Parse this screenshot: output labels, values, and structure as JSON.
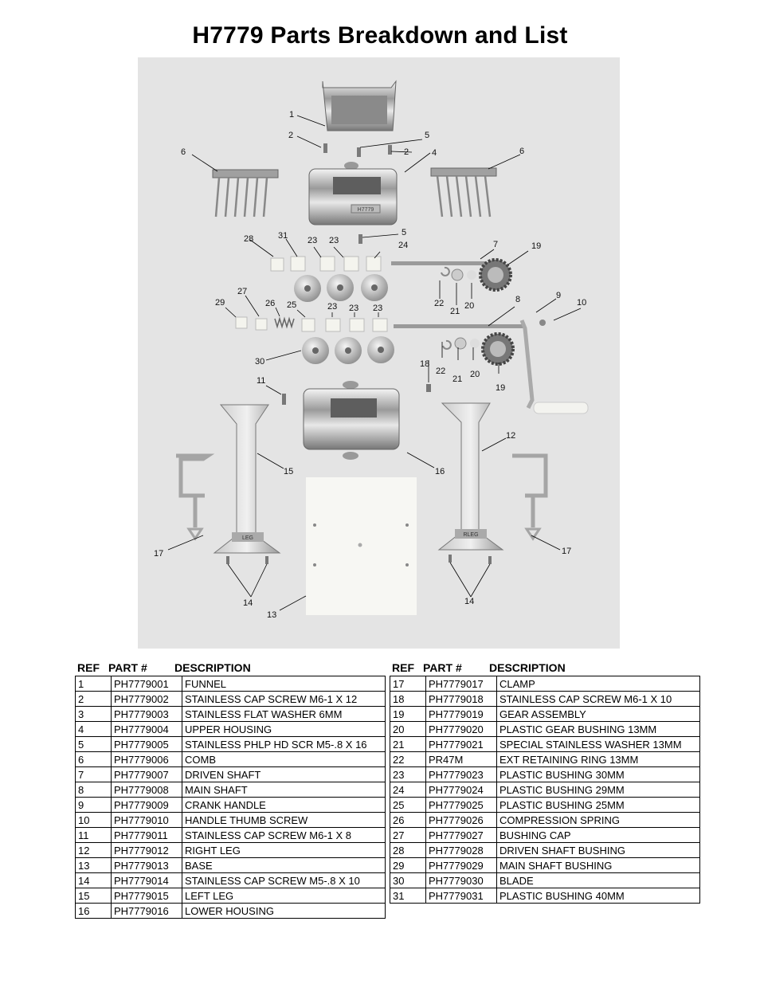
{
  "title": "H7779 Parts Breakdown and List",
  "diagram": {
    "callouts": [
      {
        "id": "c1",
        "text": "1"
      },
      {
        "id": "c2a",
        "text": "2"
      },
      {
        "id": "c5a",
        "text": "5"
      },
      {
        "id": "c2b",
        "text": "2"
      },
      {
        "id": "c4",
        "text": "4"
      },
      {
        "id": "c6a",
        "text": "6"
      },
      {
        "id": "c6b",
        "text": "6"
      },
      {
        "id": "c5b",
        "text": "5"
      },
      {
        "id": "c28",
        "text": "28"
      },
      {
        "id": "c31",
        "text": "31"
      },
      {
        "id": "c23a",
        "text": "23"
      },
      {
        "id": "c23b",
        "text": "23"
      },
      {
        "id": "c24",
        "text": "24"
      },
      {
        "id": "c7",
        "text": "7"
      },
      {
        "id": "c19a",
        "text": "19"
      },
      {
        "id": "c22a",
        "text": "22"
      },
      {
        "id": "c21a",
        "text": "21"
      },
      {
        "id": "c20a",
        "text": "20"
      },
      {
        "id": "c27",
        "text": "27"
      },
      {
        "id": "c29",
        "text": "29"
      },
      {
        "id": "c26",
        "text": "26"
      },
      {
        "id": "c25",
        "text": "25"
      },
      {
        "id": "c23c",
        "text": "23"
      },
      {
        "id": "c23d",
        "text": "23"
      },
      {
        "id": "c23e",
        "text": "23"
      },
      {
        "id": "c8",
        "text": "8"
      },
      {
        "id": "c9",
        "text": "9"
      },
      {
        "id": "c10",
        "text": "10"
      },
      {
        "id": "c30",
        "text": "30"
      },
      {
        "id": "c18",
        "text": "18"
      },
      {
        "id": "c22b",
        "text": "22"
      },
      {
        "id": "c21b",
        "text": "21"
      },
      {
        "id": "c20b",
        "text": "20"
      },
      {
        "id": "c19b",
        "text": "19"
      },
      {
        "id": "c11",
        "text": "11"
      },
      {
        "id": "c12",
        "text": "12"
      },
      {
        "id": "c15",
        "text": "15"
      },
      {
        "id": "c16",
        "text": "16"
      },
      {
        "id": "c17a",
        "text": "17"
      },
      {
        "id": "c17b",
        "text": "17"
      },
      {
        "id": "c14a",
        "text": "14"
      },
      {
        "id": "c14b",
        "text": "14"
      },
      {
        "id": "c13",
        "text": "13"
      }
    ],
    "stamps": {
      "upper_housing": "H7779",
      "left_leg": "LEG",
      "right_leg": "RLEG"
    }
  },
  "tables": [
    {
      "headers": {
        "ref": "REF",
        "part": "PART #",
        "desc": "DESCRIPTION"
      },
      "rows": [
        {
          "ref": "1",
          "part": "PH7779001",
          "desc": "FUNNEL"
        },
        {
          "ref": "2",
          "part": "PH7779002",
          "desc": "STAINLESS CAP SCREW M6-1 X 12"
        },
        {
          "ref": "3",
          "part": "PH7779003",
          "desc": "STAINLESS FLAT WASHER 6MM"
        },
        {
          "ref": "4",
          "part": "PH7779004",
          "desc": "UPPER HOUSING"
        },
        {
          "ref": "5",
          "part": "PH7779005",
          "desc": "STAINLESS PHLP HD SCR M5-.8 X 16"
        },
        {
          "ref": "6",
          "part": "PH7779006",
          "desc": "COMB"
        },
        {
          "ref": "7",
          "part": "PH7779007",
          "desc": "DRIVEN SHAFT"
        },
        {
          "ref": "8",
          "part": "PH7779008",
          "desc": "MAIN SHAFT"
        },
        {
          "ref": "9",
          "part": "PH7779009",
          "desc": "CRANK HANDLE"
        },
        {
          "ref": "10",
          "part": "PH7779010",
          "desc": "HANDLE THUMB SCREW"
        },
        {
          "ref": "11",
          "part": "PH7779011",
          "desc": "STAINLESS CAP SCREW M6-1 X 8"
        },
        {
          "ref": "12",
          "part": "PH7779012",
          "desc": "RIGHT LEG"
        },
        {
          "ref": "13",
          "part": "PH7779013",
          "desc": "BASE"
        },
        {
          "ref": "14",
          "part": "PH7779014",
          "desc": "STAINLESS CAP SCREW M5-.8 X 10"
        },
        {
          "ref": "15",
          "part": "PH7779015",
          "desc": "LEFT LEG"
        },
        {
          "ref": "16",
          "part": "PH7779016",
          "desc": "LOWER HOUSING"
        }
      ]
    },
    {
      "headers": {
        "ref": "REF",
        "part": "PART #",
        "desc": "DESCRIPTION"
      },
      "rows": [
        {
          "ref": "17",
          "part": "PH7779017",
          "desc": "CLAMP"
        },
        {
          "ref": "18",
          "part": "PH7779018",
          "desc": "STAINLESS CAP SCREW M6-1 X 10"
        },
        {
          "ref": "19",
          "part": "PH7779019",
          "desc": "GEAR ASSEMBLY"
        },
        {
          "ref": "20",
          "part": "PH7779020",
          "desc": "PLASTIC GEAR BUSHING 13MM"
        },
        {
          "ref": "21",
          "part": "PH7779021",
          "desc": "SPECIAL STAINLESS WASHER 13MM"
        },
        {
          "ref": "22",
          "part": "PR47M",
          "desc": "EXT RETAINING RING 13MM"
        },
        {
          "ref": "23",
          "part": "PH7779023",
          "desc": "PLASTIC BUSHING 30MM"
        },
        {
          "ref": "24",
          "part": "PH7779024",
          "desc": "PLASTIC BUSHING 29MM"
        },
        {
          "ref": "25",
          "part": "PH7779025",
          "desc": "PLASTIC BUSHING 25MM"
        },
        {
          "ref": "26",
          "part": "PH7779026",
          "desc": "COMPRESSION SPRING"
        },
        {
          "ref": "27",
          "part": "PH7779027",
          "desc": "BUSHING CAP"
        },
        {
          "ref": "28",
          "part": "PH7779028",
          "desc": "DRIVEN SHAFT BUSHING"
        },
        {
          "ref": "29",
          "part": "PH7779029",
          "desc": "MAIN SHAFT BUSHING"
        },
        {
          "ref": "30",
          "part": "PH7779030",
          "desc": "BLADE"
        },
        {
          "ref": "31",
          "part": "PH7779031",
          "desc": "PLASTIC BUSHING 40MM"
        }
      ]
    }
  ]
}
